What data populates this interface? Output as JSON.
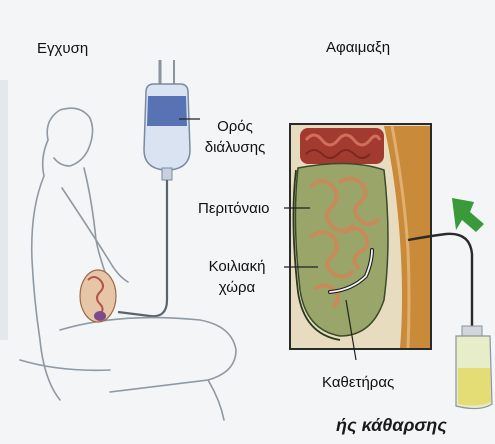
{
  "labels": {
    "infusion": "Εγχυση",
    "drainage": "Αφαιμαξη",
    "solution_line1": "Ορός",
    "solution_line2": "διάλυσης",
    "peritoneum": "Περιτόναιο",
    "cavity_line1": "Κοιλιακή",
    "cavity_line2": "χώρα",
    "catheter": "Καθετήρας"
  },
  "caption": "ής κάθαρσης",
  "colors": {
    "background": "#f3f5f7",
    "bag_fluid": "#3f5fa8",
    "intestine_green": "#9aa56a",
    "intestine_red": "#a33a2f",
    "abdominal_wall": "#c98a3a",
    "arrow_green": "#3a9a3a",
    "outline": "#7a8590"
  }
}
